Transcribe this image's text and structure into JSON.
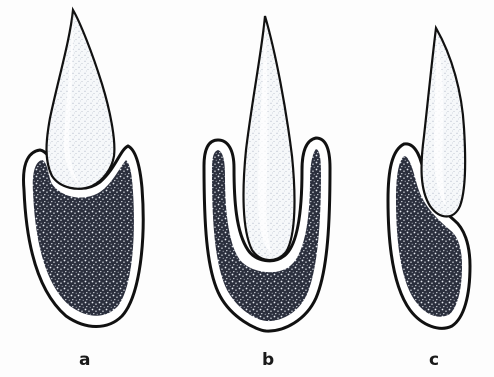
{
  "figure": {
    "labels": {
      "a": "a",
      "b": "b",
      "c": "c"
    },
    "colors": {
      "outline": "#111111",
      "bone_fill": "#2b2f3d",
      "tooth_fill": "#f4f6f8",
      "tooth_stipple": "#7d8aa1",
      "background": "#fdfdfd"
    }
  }
}
